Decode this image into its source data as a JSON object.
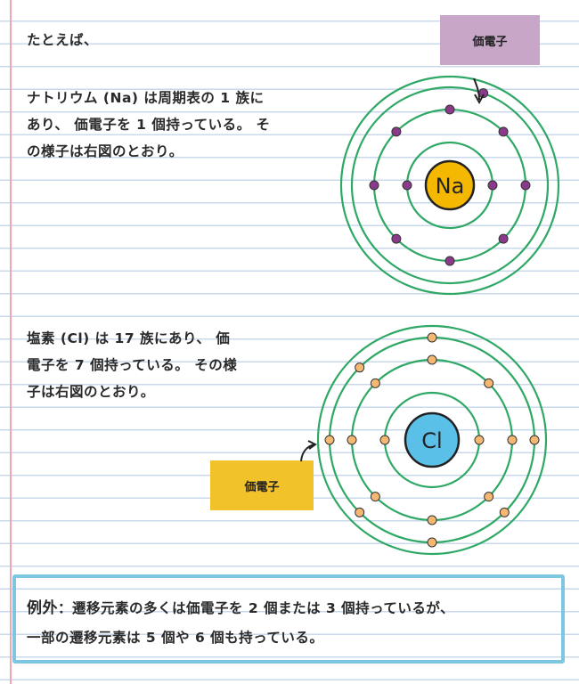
{
  "intro": "たとえば、",
  "sodium": {
    "lines": [
      "ナトリウム (Na) は周期表の 1 族に",
      "あり、 価電子を 1 個持っている。 そ",
      "の様子は右図のとおり。"
    ],
    "label": "価電子",
    "symbol": "Na",
    "nucleus_color": "#f5b800",
    "electron_color": "#8b3a8b",
    "shells": [
      2,
      8,
      1
    ]
  },
  "chlorine": {
    "lines": [
      "塩素 (Cl) は 17 族にあり、 価",
      "電子を 7 個持っている。 その様",
      "子は右図のとおり。"
    ],
    "label": "価電子",
    "symbol": "Cl",
    "nucleus_color": "#5bc0e8",
    "electron_color": "#f5b872",
    "shells": [
      2,
      8,
      7
    ]
  },
  "exception": {
    "title": "例外",
    "line1_rest": "：遷移元素の多くは価電子を 2 個または 3 個持っているが、",
    "line2": "一部の遷移元素は 5 個や 6 個も持っている。"
  },
  "colors": {
    "shell": "#2fa865",
    "note_border": "#7cc6e2"
  }
}
